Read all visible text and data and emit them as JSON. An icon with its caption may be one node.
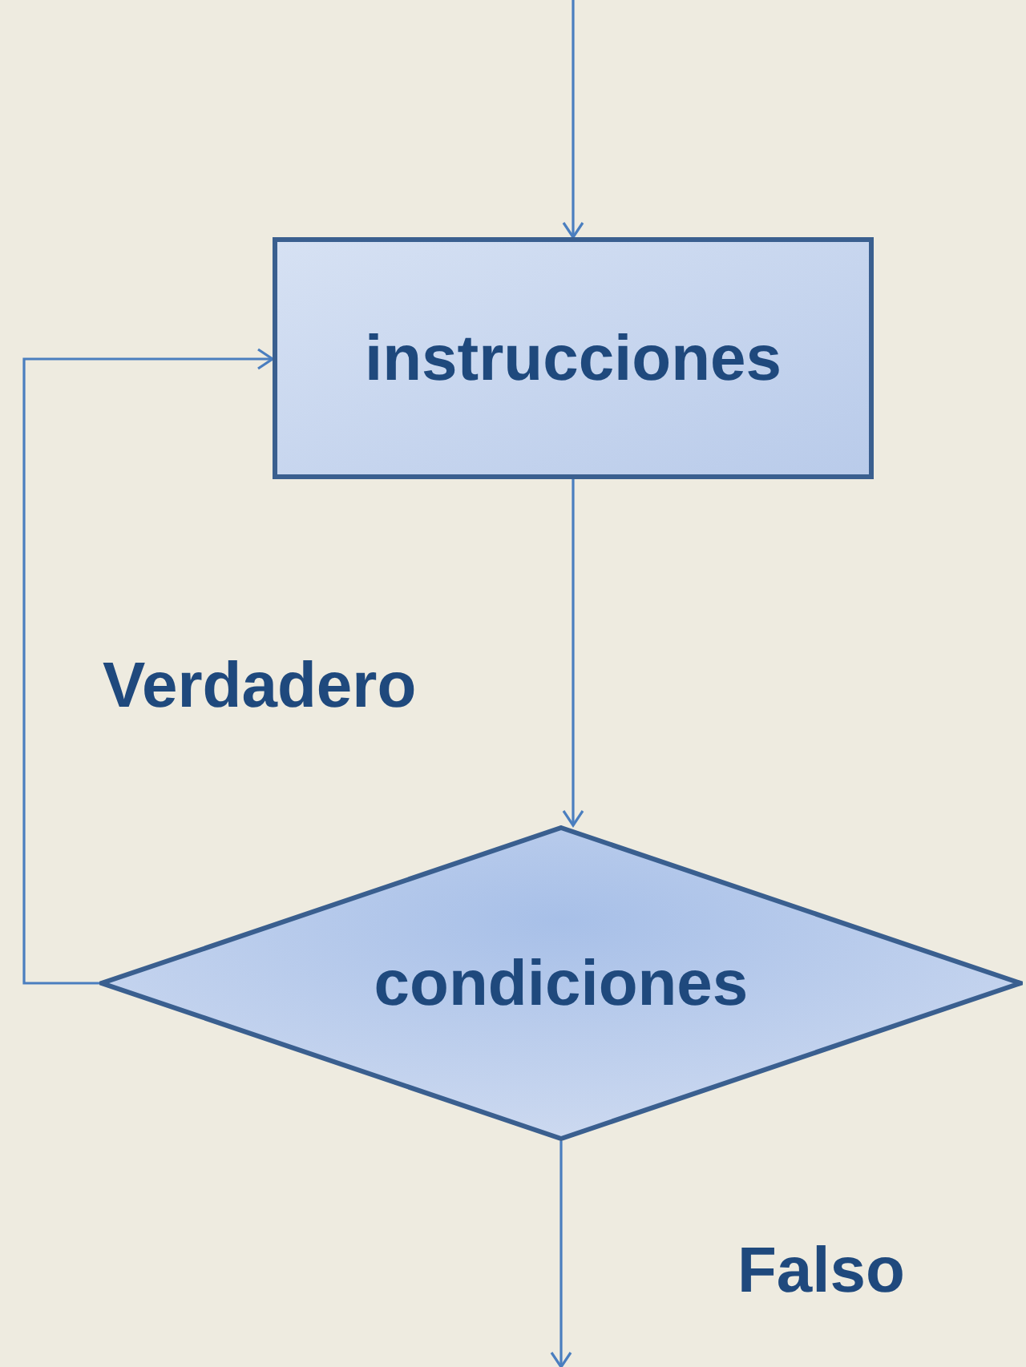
{
  "diagram": {
    "nodes": [
      {
        "text": [
          "instrucciones"
        ]
      },
      {
        "text": [
          "condiciones"
        ]
      }
    ],
    "edges": [
      {
        "from": null,
        "to": 0,
        "arrow": "to"
      },
      {
        "from": 0,
        "to": 1,
        "arrow": "to"
      },
      {
        "from": 1,
        "to": 0,
        "arrow": "to",
        "label": "Verdadero"
      },
      {
        "from": 1,
        "to": null,
        "arrow": "to",
        "label": "Falso"
      }
    ]
  }
}
